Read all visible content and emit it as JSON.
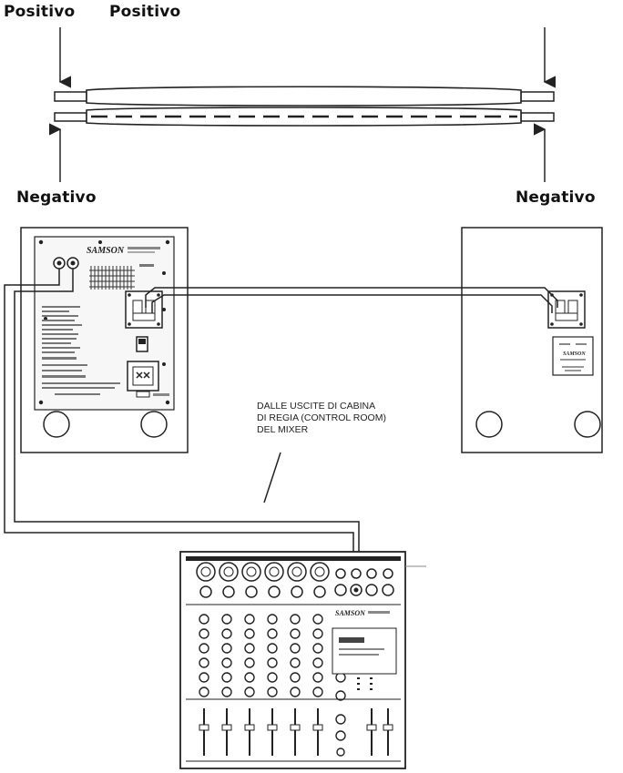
{
  "labels": {
    "positive_left_1": "Positivo",
    "positive_left_2": "Positivo",
    "negative_left": "Negativo",
    "negative_right": "Negativo"
  },
  "note": {
    "line1": "DALLE USCITE DI CABINA",
    "line2": "DI REGIA (CONTROL ROOM)",
    "line3": "DEL MIXER"
  },
  "brand": {
    "main_speaker": "SAMSON",
    "passive_speaker": "SAMSON",
    "mixer": "SAMSON"
  },
  "colors": {
    "line": "#222222",
    "cable_fill": "#ffffff",
    "panel_fill": "#f7f7f7"
  }
}
